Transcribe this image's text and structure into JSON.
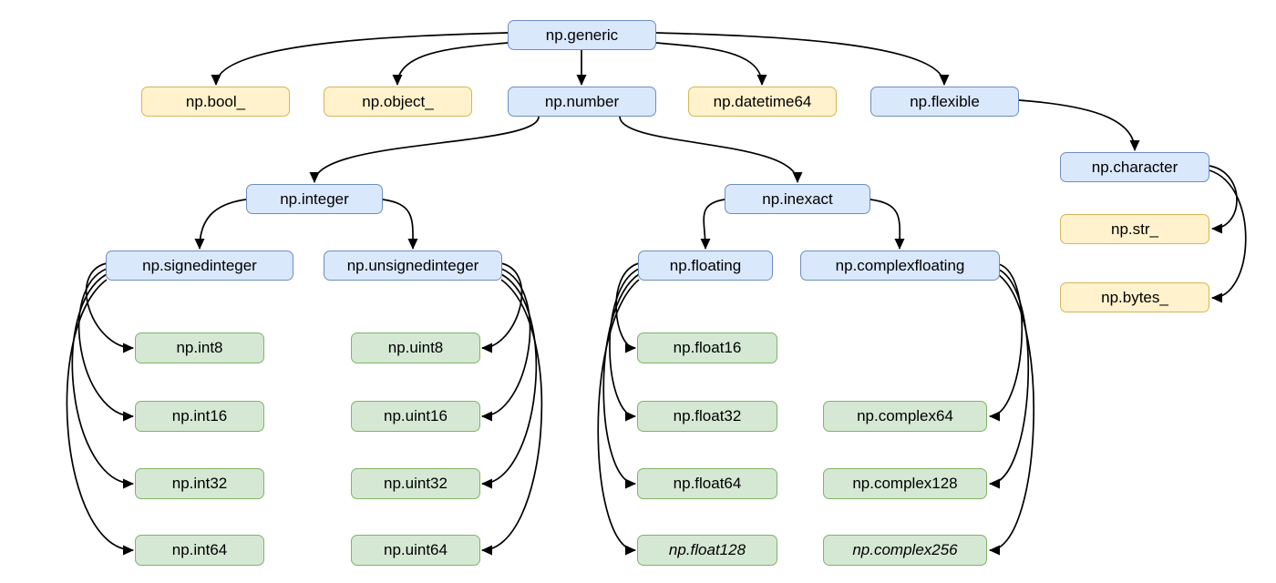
{
  "diagram": {
    "description": "NumPy scalar type hierarchy",
    "palette": {
      "abstract_fill": "#dae8fc",
      "abstract_stroke": "#6c8ebf",
      "other_fill": "#fff2cc",
      "other_stroke": "#d6b656",
      "numeric_fill": "#d5e8d4",
      "numeric_stroke": "#82b366",
      "edge_color": "#000000"
    },
    "nodes": {
      "generic": {
        "label": "np.generic",
        "kind": "abstract"
      },
      "bool": {
        "label": "np.bool_",
        "kind": "other"
      },
      "object": {
        "label": "np.object_",
        "kind": "other"
      },
      "number": {
        "label": "np.number",
        "kind": "abstract"
      },
      "datetime64": {
        "label": "np.datetime64",
        "kind": "other"
      },
      "flexible": {
        "label": "np.flexible",
        "kind": "abstract"
      },
      "integer": {
        "label": "np.integer",
        "kind": "abstract"
      },
      "inexact": {
        "label": "np.inexact",
        "kind": "abstract"
      },
      "signedinteger": {
        "label": "np.signedinteger",
        "kind": "abstract"
      },
      "unsignedinteger": {
        "label": "np.unsignedinteger",
        "kind": "abstract"
      },
      "floating": {
        "label": "np.floating",
        "kind": "abstract"
      },
      "complexfloating": {
        "label": "np.complexfloating",
        "kind": "abstract"
      },
      "character": {
        "label": "np.character",
        "kind": "abstract"
      },
      "str": {
        "label": "np.str_",
        "kind": "other"
      },
      "bytes": {
        "label": "np.bytes_",
        "kind": "other"
      },
      "int8": {
        "label": "np.int8",
        "kind": "numeric"
      },
      "int16": {
        "label": "np.int16",
        "kind": "numeric"
      },
      "int32": {
        "label": "np.int32",
        "kind": "numeric"
      },
      "int64": {
        "label": "np.int64",
        "kind": "numeric"
      },
      "uint8": {
        "label": "np.uint8",
        "kind": "numeric"
      },
      "uint16": {
        "label": "np.uint16",
        "kind": "numeric"
      },
      "uint32": {
        "label": "np.uint32",
        "kind": "numeric"
      },
      "uint64": {
        "label": "np.uint64",
        "kind": "numeric"
      },
      "float16": {
        "label": "np.float16",
        "kind": "numeric"
      },
      "float32": {
        "label": "np.float32",
        "kind": "numeric"
      },
      "float64": {
        "label": "np.float64",
        "kind": "numeric"
      },
      "float128": {
        "label": "np.float128",
        "kind": "numeric",
        "italic": true
      },
      "complex64": {
        "label": "np.complex64",
        "kind": "numeric"
      },
      "complex128": {
        "label": "np.complex128",
        "kind": "numeric"
      },
      "complex256": {
        "label": "np.complex256",
        "kind": "numeric",
        "italic": true
      }
    },
    "edges": [
      [
        "generic",
        "bool"
      ],
      [
        "generic",
        "object"
      ],
      [
        "generic",
        "number"
      ],
      [
        "generic",
        "datetime64"
      ],
      [
        "generic",
        "flexible"
      ],
      [
        "number",
        "integer"
      ],
      [
        "number",
        "inexact"
      ],
      [
        "integer",
        "signedinteger"
      ],
      [
        "integer",
        "unsignedinteger"
      ],
      [
        "inexact",
        "floating"
      ],
      [
        "inexact",
        "complexfloating"
      ],
      [
        "signedinteger",
        "int8"
      ],
      [
        "signedinteger",
        "int16"
      ],
      [
        "signedinteger",
        "int32"
      ],
      [
        "signedinteger",
        "int64"
      ],
      [
        "unsignedinteger",
        "uint8"
      ],
      [
        "unsignedinteger",
        "uint16"
      ],
      [
        "unsignedinteger",
        "uint32"
      ],
      [
        "unsignedinteger",
        "uint64"
      ],
      [
        "floating",
        "float16"
      ],
      [
        "floating",
        "float32"
      ],
      [
        "floating",
        "float64"
      ],
      [
        "floating",
        "float128"
      ],
      [
        "complexfloating",
        "complex64"
      ],
      [
        "complexfloating",
        "complex128"
      ],
      [
        "complexfloating",
        "complex256"
      ],
      [
        "flexible",
        "character"
      ],
      [
        "character",
        "str"
      ],
      [
        "character",
        "bytes"
      ]
    ]
  }
}
